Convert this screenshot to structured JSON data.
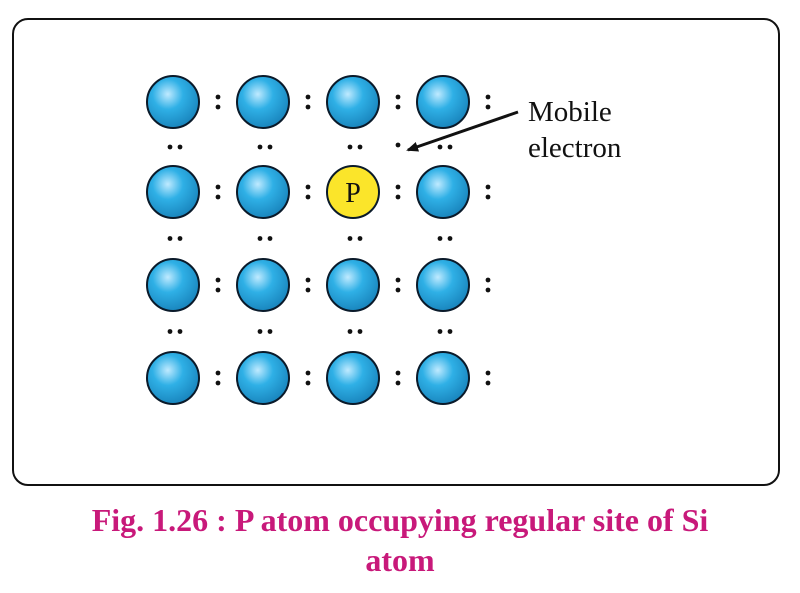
{
  "colors": {
    "atom_fill": "#2fb0e6",
    "atom_stroke": "#0a1a2a",
    "impurity_fill": "#fbe52a",
    "caption": "#c8197a",
    "ink": "#111111"
  },
  "lattice": {
    "rows": 4,
    "cols": 4,
    "impurity": {
      "row": 1,
      "col": 2,
      "label": "P"
    }
  },
  "annotation": {
    "line1": "Mobile",
    "line2": "electron"
  },
  "caption": {
    "line1": "Fig. 1.26 : P atom occupying regular site of Si",
    "line2": "atom"
  }
}
